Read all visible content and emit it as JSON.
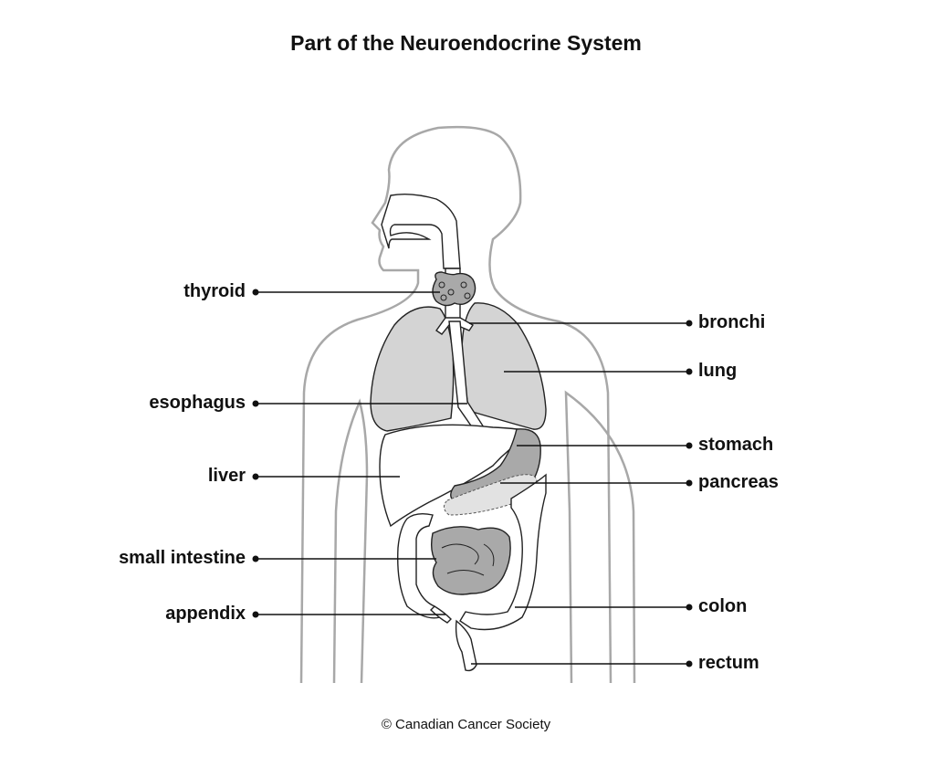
{
  "title": "Part of the Neuroendocrine System",
  "credit": "© Canadian Cancer Society",
  "labels": {
    "thyroid": "thyroid",
    "esophagus": "esophagus",
    "liver": "liver",
    "small_intestine": "small intestine",
    "appendix": "appendix",
    "bronchi": "bronchi",
    "lung": "lung",
    "stomach": "stomach",
    "pancreas": "pancreas",
    "colon": "colon",
    "rectum": "rectum"
  },
  "colors": {
    "outline": "#a8a8a8",
    "organ_fill": "#d4d4d4",
    "organ_dark": "#a9a9a9",
    "ink": "#111111"
  }
}
